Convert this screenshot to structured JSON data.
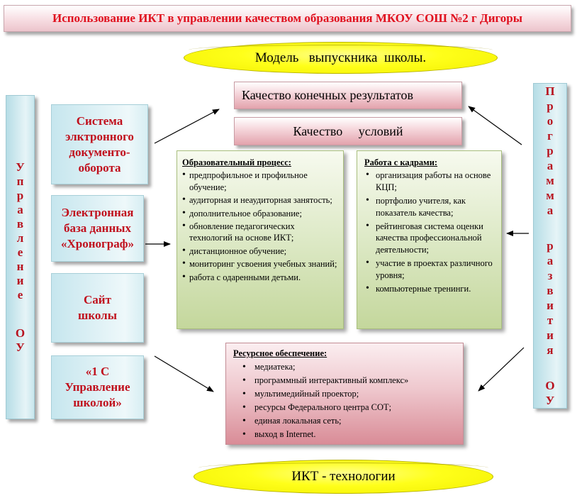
{
  "title": "Использование ИКТ в управлении качеством образования МКОУ СОШ №2 г Дигоры",
  "top_cylinder": "Модель   выпускника  школы.",
  "bottom_cylinder": "ИКТ - технологии",
  "quality_results": "Качество конечных результатов",
  "quality_conditions": "Качество     условий",
  "left_bar": "Управление ОУ",
  "right_bar": "Программа развития ОУ",
  "left_boxes": {
    "docflow": [
      "Система",
      "элктронного",
      "документо-",
      "оборота"
    ],
    "chrono": [
      "Электронная",
      "база данных",
      "«Хронограф»"
    ],
    "site": [
      "Сайт",
      "школы"
    ],
    "onec": [
      "«1 С",
      "Управление",
      "школой»"
    ]
  },
  "edu_process": {
    "heading": "Образовательный процесс:",
    "items": [
      "предпрофильное и профильное обучение;",
      "аудиторная и неаудиторная занятость;",
      "дополнительное образование;",
      "обновление педагогических технологий на основе ИКТ;",
      "дистанционное обучение;",
      "мониторинг усвоения учебных знаний;",
      "работа с одаренными детьми."
    ]
  },
  "staff": {
    "heading": "Работа с кадрами:",
    "items": [
      "организация работы на основе КЦП;",
      "портфолио учителя, как показатель качества;",
      "рейтинговая система оценки качества профессиональной деятельности;",
      "участие в проектах различного уровня;",
      "компьютерные тренинги."
    ]
  },
  "resources": {
    "heading": "Ресурсное обеспечение:",
    "items": [
      "медиатека;",
      "программный интерактивный комплекс»",
      "мультимедийный проектор;",
      "ресурсы Федерального центра СОТ;",
      "единая локальная сеть;",
      "выход в Internet."
    ]
  },
  "colors": {
    "title_text": "#e0101e",
    "box_text_red": "#c00f1c",
    "bar_text": "#b8121e",
    "cylinder": "#ffff1a"
  }
}
